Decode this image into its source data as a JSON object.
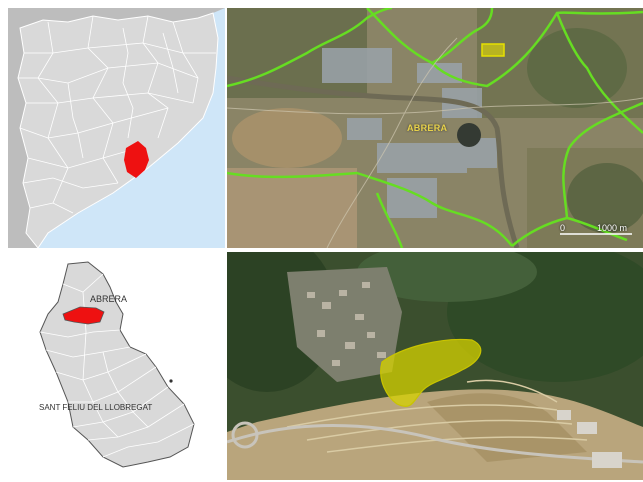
{
  "top_aerial": {
    "municipality_label": "ABRERA",
    "scale_zero": "0",
    "scale_label": "1000 m"
  },
  "comarca_map": {
    "municipality_label": "ABRERA",
    "capital_label": "SANT FELIU DEL LLOBREGAT"
  },
  "colors": {
    "highlight": "#ee1111",
    "region_fill": "#d9d9d9",
    "sea": "#cfe6f8",
    "boundary_line": "#66dd22",
    "site_marker": "#e6e000"
  }
}
